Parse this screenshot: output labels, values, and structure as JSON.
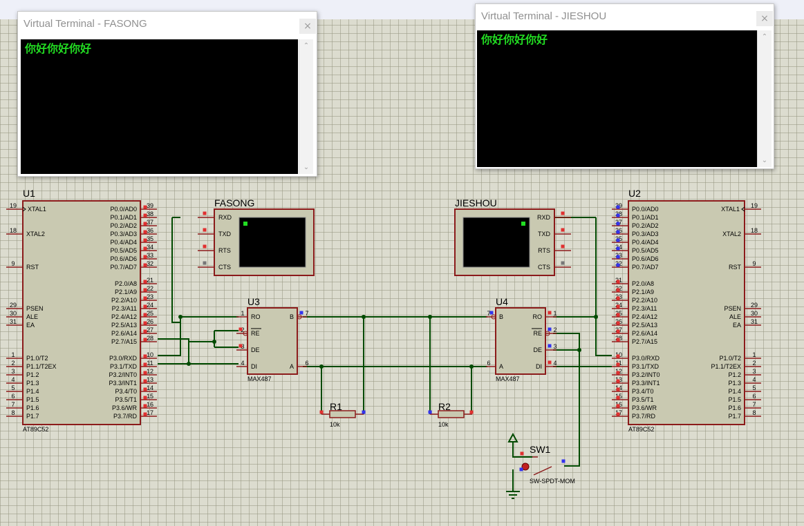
{
  "colors": {
    "wire": "#004a00",
    "chip_fill": "#c9c9b1",
    "chip_border": "#8b1a1a",
    "pin_red": "#e03030",
    "pin_blue": "#3333ee",
    "term_green": "#22dd22"
  },
  "terminals": [
    {
      "title": "Virtual Terminal - FASONG",
      "text": "你好你好你好",
      "close": "×"
    },
    {
      "title": "Virtual Terminal - JIESHOU",
      "text": "你好你好你好",
      "close": "×"
    }
  ],
  "u1": {
    "ref": "U1",
    "part": "AT89C52",
    "left_pins": [
      {
        "num": "19",
        "name": "XTAL1"
      },
      {
        "num": "18",
        "name": "XTAL2"
      },
      {
        "num": "9",
        "name": "RST"
      },
      {
        "num": "29",
        "name": "PSEN"
      },
      {
        "num": "30",
        "name": "ALE"
      },
      {
        "num": "31",
        "name": "EA"
      },
      {
        "num": "1",
        "name": "P1.0/T2"
      },
      {
        "num": "2",
        "name": "P1.1/T2EX"
      },
      {
        "num": "3",
        "name": "P1.2"
      },
      {
        "num": "4",
        "name": "P1.3"
      },
      {
        "num": "5",
        "name": "P1.4"
      },
      {
        "num": "6",
        "name": "P1.5"
      },
      {
        "num": "7",
        "name": "P1.6"
      },
      {
        "num": "8",
        "name": "P1.7"
      }
    ],
    "right_pins": [
      {
        "num": "39",
        "name": "P0.0/AD0"
      },
      {
        "num": "38",
        "name": "P0.1/AD1"
      },
      {
        "num": "37",
        "name": "P0.2/AD2"
      },
      {
        "num": "36",
        "name": "P0.3/AD3"
      },
      {
        "num": "35",
        "name": "P0.4/AD4"
      },
      {
        "num": "34",
        "name": "P0.5/AD5"
      },
      {
        "num": "33",
        "name": "P0.6/AD6"
      },
      {
        "num": "32",
        "name": "P0.7/AD7"
      },
      {
        "num": "21",
        "name": "P2.0/A8"
      },
      {
        "num": "22",
        "name": "P2.1/A9"
      },
      {
        "num": "23",
        "name": "P2.2/A10"
      },
      {
        "num": "24",
        "name": "P2.3/A11"
      },
      {
        "num": "25",
        "name": "P2.4/A12"
      },
      {
        "num": "26",
        "name": "P2.5/A13"
      },
      {
        "num": "27",
        "name": "P2.6/A14"
      },
      {
        "num": "28",
        "name": "P2.7/A15"
      },
      {
        "num": "10",
        "name": "P3.0/RXD"
      },
      {
        "num": "11",
        "name": "P3.1/TXD"
      },
      {
        "num": "12",
        "name": "P3.2/INT0"
      },
      {
        "num": "13",
        "name": "P3.3/INT1"
      },
      {
        "num": "14",
        "name": "P3.4/T0"
      },
      {
        "num": "15",
        "name": "P3.5/T1"
      },
      {
        "num": "16",
        "name": "P3.6/WR"
      },
      {
        "num": "17",
        "name": "P3.7/RD"
      }
    ]
  },
  "u2": {
    "ref": "U2",
    "part": "AT89C52",
    "left_pins": [
      {
        "num": "39",
        "name": "P0.0/AD0"
      },
      {
        "num": "38",
        "name": "P0.1/AD1"
      },
      {
        "num": "37",
        "name": "P0.2/AD2"
      },
      {
        "num": "36",
        "name": "P0.3/AD3"
      },
      {
        "num": "35",
        "name": "P0.4/AD4"
      },
      {
        "num": "34",
        "name": "P0.5/AD5"
      },
      {
        "num": "33",
        "name": "P0.6/AD6"
      },
      {
        "num": "32",
        "name": "P0.7/AD7"
      },
      {
        "num": "21",
        "name": "P2.0/A8"
      },
      {
        "num": "22",
        "name": "P2.1/A9"
      },
      {
        "num": "23",
        "name": "P2.2/A10"
      },
      {
        "num": "24",
        "name": "P2.3/A11"
      },
      {
        "num": "25",
        "name": "P2.4/A12"
      },
      {
        "num": "26",
        "name": "P2.5/A13"
      },
      {
        "num": "27",
        "name": "P2.6/A14"
      },
      {
        "num": "28",
        "name": "P2.7/A15"
      },
      {
        "num": "10",
        "name": "P3.0/RXD"
      },
      {
        "num": "11",
        "name": "P3.1/TXD"
      },
      {
        "num": "12",
        "name": "P3.2/INT0"
      },
      {
        "num": "13",
        "name": "P3.3/INT1"
      },
      {
        "num": "14",
        "name": "P3.4/T0"
      },
      {
        "num": "15",
        "name": "P3.5/T1"
      },
      {
        "num": "16",
        "name": "P3.6/WR"
      },
      {
        "num": "17",
        "name": "P3.7/RD"
      }
    ],
    "right_pins": [
      {
        "num": "19",
        "name": "XTAL1"
      },
      {
        "num": "18",
        "name": "XTAL2"
      },
      {
        "num": "9",
        "name": "RST"
      },
      {
        "num": "29",
        "name": "PSEN"
      },
      {
        "num": "30",
        "name": "ALE"
      },
      {
        "num": "31",
        "name": "EA"
      },
      {
        "num": "1",
        "name": "P1.0/T2"
      },
      {
        "num": "2",
        "name": "P1.1/T2EX"
      },
      {
        "num": "3",
        "name": "P1.2"
      },
      {
        "num": "4",
        "name": "P1.3"
      },
      {
        "num": "5",
        "name": "P1.4"
      },
      {
        "num": "6",
        "name": "P1.5"
      },
      {
        "num": "7",
        "name": "P1.6"
      },
      {
        "num": "8",
        "name": "P1.7"
      }
    ]
  },
  "u3": {
    "ref": "U3",
    "part": "MAX487",
    "pins": [
      {
        "num": "1",
        "name": "RO"
      },
      {
        "num": "2",
        "name": "RE"
      },
      {
        "num": "3",
        "name": "DE"
      },
      {
        "num": "4",
        "name": "DI"
      },
      {
        "num": "7",
        "name": "B"
      },
      {
        "num": "6",
        "name": "A"
      }
    ]
  },
  "u4": {
    "ref": "U4",
    "part": "MAX487",
    "pins": [
      {
        "num": "7",
        "name": "B"
      },
      {
        "num": "6",
        "name": "A"
      },
      {
        "num": "1",
        "name": "RO"
      },
      {
        "num": "2",
        "name": "RE"
      },
      {
        "num": "3",
        "name": "DE"
      },
      {
        "num": "4",
        "name": "DI"
      }
    ]
  },
  "vterm_fasong": {
    "label": "FASONG",
    "pins": [
      "RXD",
      "TXD",
      "RTS",
      "CTS"
    ]
  },
  "vterm_jieshou": {
    "label": "JIESHOU",
    "pins": [
      "RXD",
      "TXD",
      "RTS",
      "CTS"
    ]
  },
  "r1": {
    "ref": "R1",
    "value": "10k"
  },
  "r2": {
    "ref": "R2",
    "value": "10k"
  },
  "sw1": {
    "ref": "SW1",
    "part": "SW-SPDT-MOM"
  }
}
